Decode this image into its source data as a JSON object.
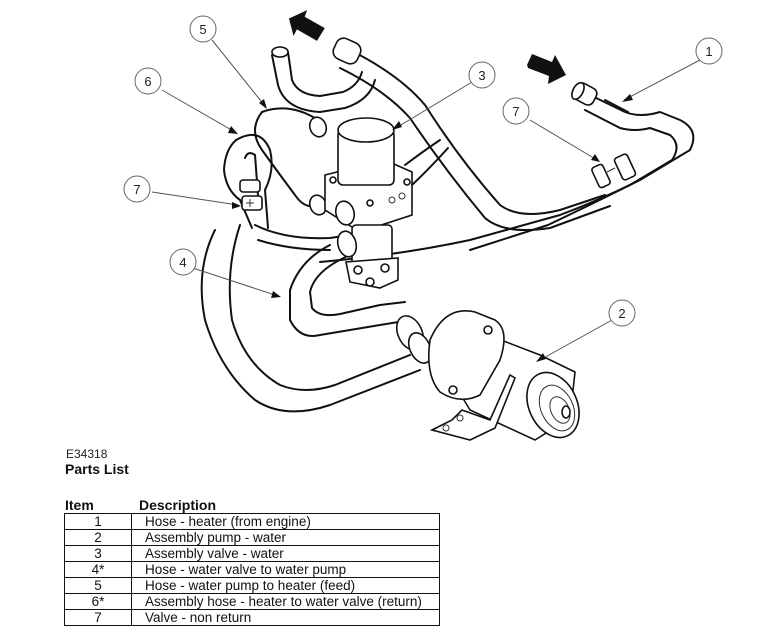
{
  "figure": {
    "id": "E34318",
    "callouts": [
      {
        "number": "1",
        "target": "Hose - heater (from engine)"
      },
      {
        "number": "2",
        "target": "Assembly pump - water"
      },
      {
        "number": "3",
        "target": "Assembly valve - water"
      },
      {
        "number": "4",
        "target": "Hose - water valve to water pump"
      },
      {
        "number": "5",
        "target": "Hose - water pump to heater (feed)"
      },
      {
        "number": "6",
        "target": "Assembly hose - heater to water valve (return)"
      },
      {
        "number": "7",
        "target": "Valve - non return (left)"
      },
      {
        "number": "7",
        "target": "Valve - non return (right)"
      }
    ],
    "flow_arrows": [
      "flow-out-arrow",
      "flow-in-arrow"
    ]
  },
  "parts_list": {
    "title": "Parts List",
    "headers": {
      "item": "Item",
      "description": "Description"
    },
    "rows": [
      {
        "item": "1",
        "description": "Hose - heater (from engine)"
      },
      {
        "item": "2",
        "description": "Assembly pump - water"
      },
      {
        "item": "3",
        "description": "Assembly valve - water"
      },
      {
        "item": "4*",
        "description": "Hose - water valve to water pump"
      },
      {
        "item": "5",
        "description": "Hose - water pump to heater (feed)"
      },
      {
        "item": "6*",
        "description": "Assembly hose - heater to water valve (return)"
      },
      {
        "item": "7",
        "description": "Valve - non return"
      }
    ]
  }
}
